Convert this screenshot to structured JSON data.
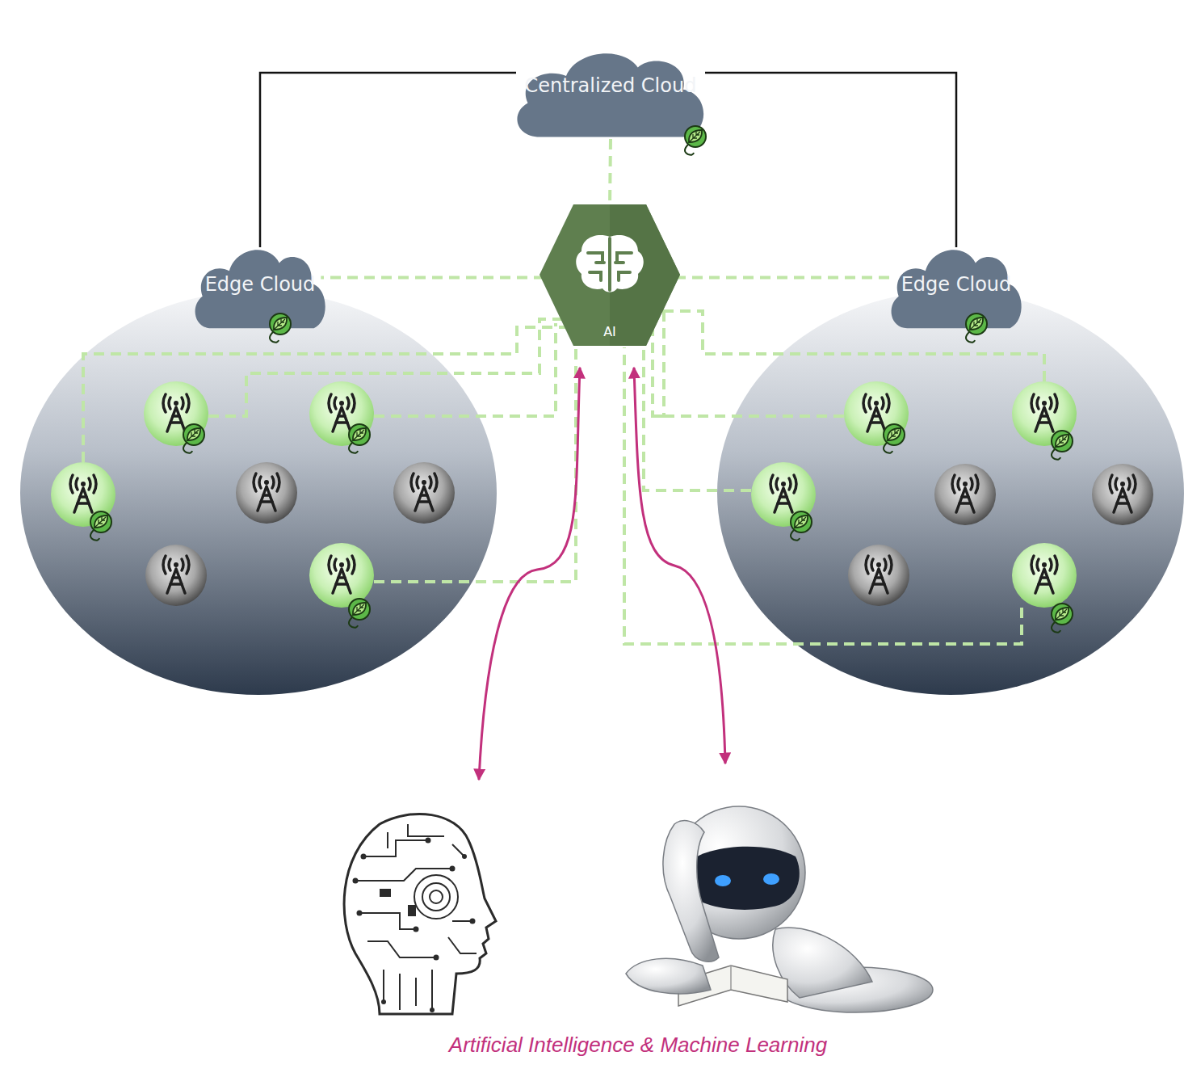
{
  "diagram": {
    "caption": "Artificial Intelligence & Machine Learning",
    "nodes": [
      {
        "text": [
          "Centralized Cloud"
        ]
      },
      {
        "text": [
          "Edge Cloud"
        ]
      },
      {
        "text": [
          "AI"
        ]
      },
      {
        "text": [
          "Edge Cloud"
        ]
      }
    ],
    "edges": [
      {
        "from": 0,
        "to": 1,
        "arrow": "none"
      },
      {
        "from": 0,
        "to": 3,
        "arrow": "none"
      },
      {
        "from": 0,
        "to": 2,
        "arrow": "none"
      },
      {
        "from": 2,
        "to": 1,
        "arrow": "none"
      },
      {
        "from": 2,
        "to": 3,
        "arrow": "none"
      }
    ]
  }
}
